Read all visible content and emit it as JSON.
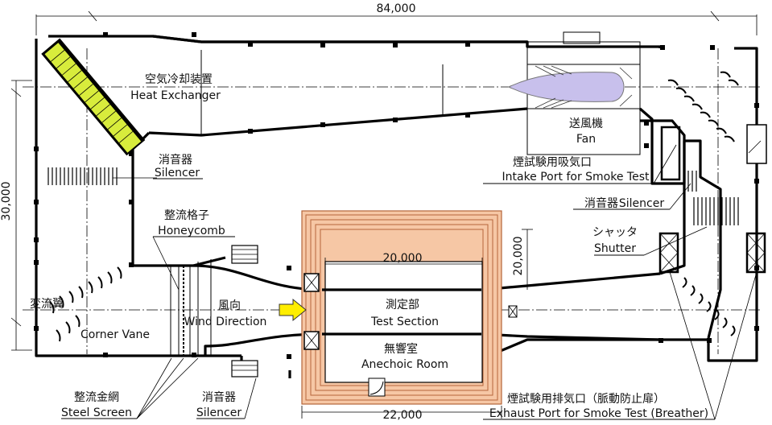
{
  "dimensions": {
    "overall_length": "84,000",
    "overall_width": "30,000",
    "test_section_width": "20,000",
    "test_section_height": "20,000",
    "room_width": "22,000"
  },
  "labels": {
    "heat_exchanger": {
      "jp": "空気冷却装置",
      "en": "Heat Exchanger"
    },
    "fan": {
      "jp": "送風機",
      "en": "Fan"
    },
    "intake_port": {
      "jp": "煙試験用吸気口",
      "en": "Intake Port for Smoke Test"
    },
    "silencer_right": {
      "jp": "消音器",
      "en": "Silencer"
    },
    "shutter": {
      "jp": "シャッタ",
      "en": "Shutter"
    },
    "silencer_left": {
      "jp": "消音器",
      "en": "Silencer"
    },
    "honeycomb": {
      "jp": "整流格子",
      "en": "Honeycomb"
    },
    "turning_vane": {
      "jp": "変流翼",
      "en": "Corner Vane"
    },
    "wind_direction": {
      "jp": "風向",
      "en": "Wind Direction"
    },
    "test_section": {
      "jp": "測定部",
      "en": "Test Section"
    },
    "anechoic_room": {
      "jp": "無響室",
      "en": "Anechoic Room"
    },
    "steel_screen": {
      "jp": "整流金網",
      "en": "Steel Screen"
    },
    "silencer_bottom": {
      "jp": "消音器",
      "en": "Silencer"
    },
    "exhaust_port": {
      "jp": "煙試験用排気口（脈動防止扉）",
      "en": "Exhaust Port for Smoke Test (Breather)"
    }
  },
  "colors": {
    "room_fill": "#f6c7a5",
    "room_stroke": "#b5653a",
    "heat_exchanger_fill": "#d8ec3c",
    "fan_fill": "#c8c0ec",
    "arrow_fill": "#ffee00"
  }
}
